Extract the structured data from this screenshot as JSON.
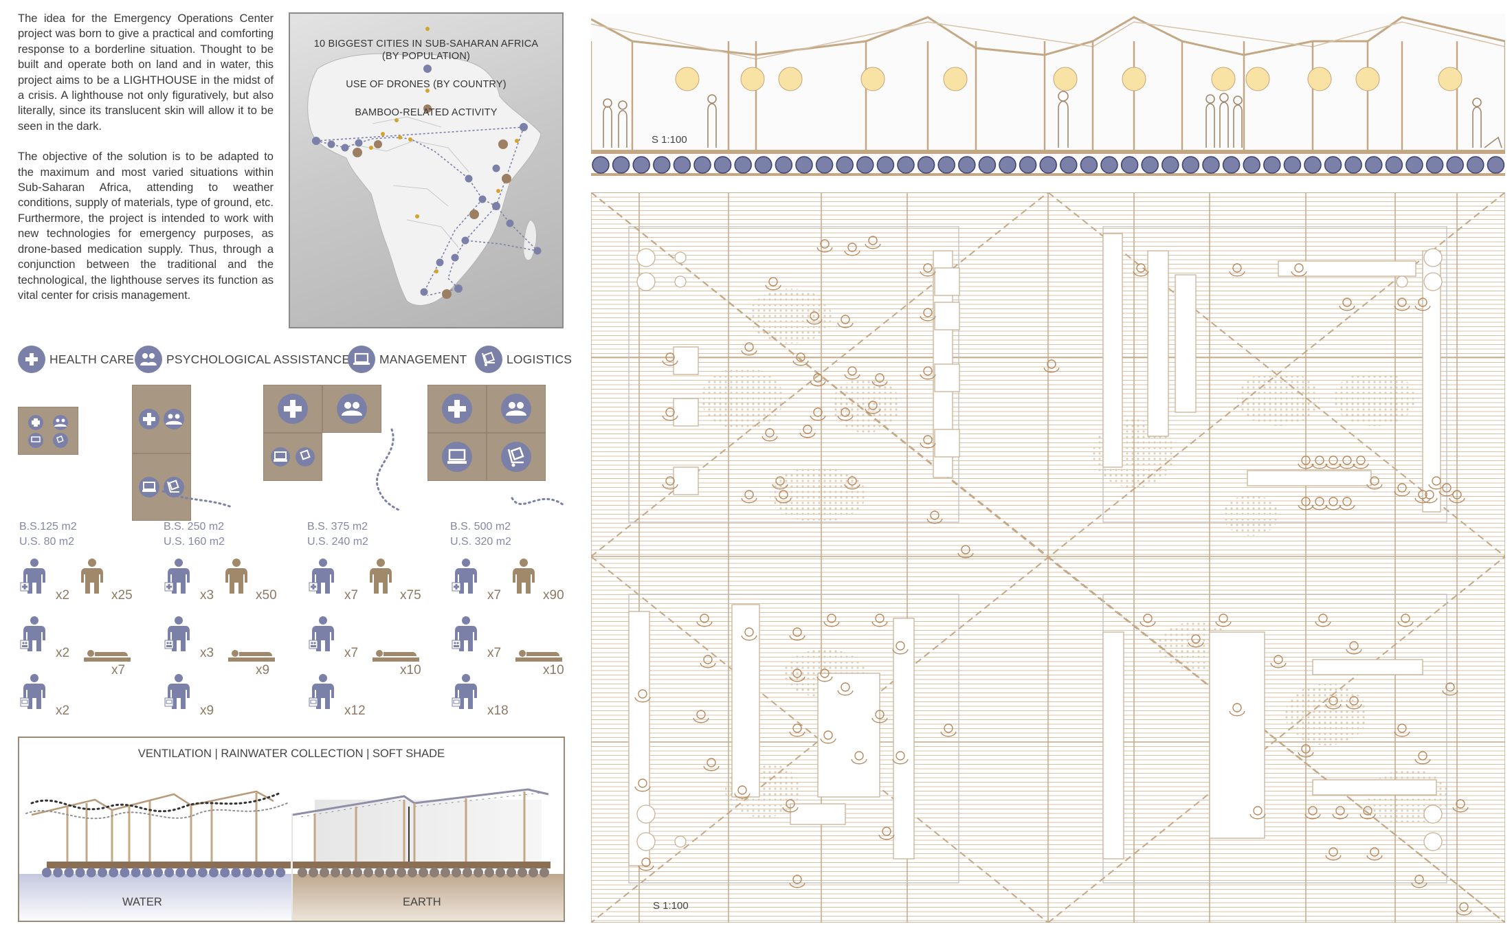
{
  "intro": {
    "p1": "The idea for the Emergency Operations Center project was born to give a practical and comforting response to a borderline situation. Thought to be built and operate both on land and in water, this project aims to be a LIGHTHOUSE in the midst of a crisis. A lighthouse not only figuratively, but also literally, since its translucent skin will allow it to be seen in the dark.",
    "p2": "The objective of the solution is to be adapted to the maximum and most varied situations within Sub-Saharan Africa, attending to weather conditions, supply of materials, type of ground, etc. Furthermore, the project is intended to work with new technologies for emergency purposes, as drone-based medication supply. Thus, through a conjunction between the traditional and the technological, the lighthouse serves its function as vital center for crisis management."
  },
  "map": {
    "legend_cities_l1": "10 BIGGEST CITIES IN SUB-SAHARAN AFRICA",
    "legend_cities_l2": "(BY POPULATION)",
    "legend_drones": "USE OF DRONES (BY COUNTRY)",
    "legend_bamboo": "BAMBOO-RELATED ACTIVITY"
  },
  "categories": [
    {
      "label": "HEALTH CARE",
      "icon": "cross-icon"
    },
    {
      "label": "PSYCHOLOGICAL ASSISTANCE",
      "icon": "people-icon"
    },
    {
      "label": "MANAGEMENT",
      "icon": "laptop-icon"
    },
    {
      "label": "LOGISTICS",
      "icon": "box-trolley-icon"
    }
  ],
  "modules": [
    {
      "bs": "B.S.125 m2",
      "us": "U.S. 80 m2",
      "medics": "x2",
      "patients": "x25",
      "psych": "x2",
      "beds": "x7",
      "managers": "x2"
    },
    {
      "bs": "B.S. 250 m2",
      "us": "U.S. 160 m2",
      "medics": "x3",
      "patients": "x50",
      "psych": "x3",
      "beds": "x9",
      "managers": "x9"
    },
    {
      "bs": "B.S. 375 m2",
      "us": "U.S. 240 m2",
      "medics": "x7",
      "patients": "x75",
      "psych": "x7",
      "beds": "x10",
      "managers": "x12"
    },
    {
      "bs": "B.S. 500 m2",
      "us": "U.S. 320 m2",
      "medics": "x7",
      "patients": "x90",
      "psych": "x7",
      "beds": "x10",
      "managers": "x18"
    }
  ],
  "ventilation": {
    "title": "VENTILATION | RAINWATER COLLECTION | SOFT SHADE",
    "water": "WATER",
    "earth": "EARTH"
  },
  "section": {
    "scale": "S 1:100"
  },
  "plan": {
    "scale": "S 1:100"
  },
  "colors": {
    "purple": "#7b80a8",
    "bamboo": "#c9a27a",
    "brown": "#a0886b",
    "gold": "#d4a32c",
    "lamp": "#f8e3a4"
  }
}
